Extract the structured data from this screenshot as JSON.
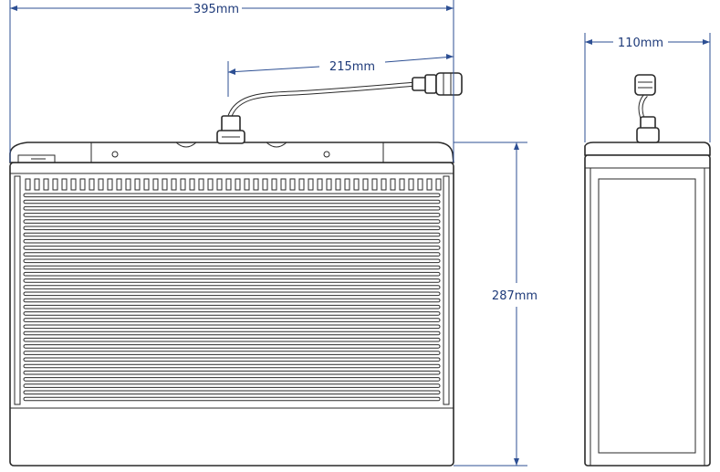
{
  "dimensions": {
    "overall_width": "395mm",
    "cable_length": "215mm",
    "height": "287mm",
    "depth": "110mm"
  },
  "colors": {
    "dimension_line": "#2d4f93",
    "dimension_text": "#1f3b7a",
    "outline": "#2a2a2a"
  },
  "views": [
    "front-view",
    "side-view"
  ]
}
